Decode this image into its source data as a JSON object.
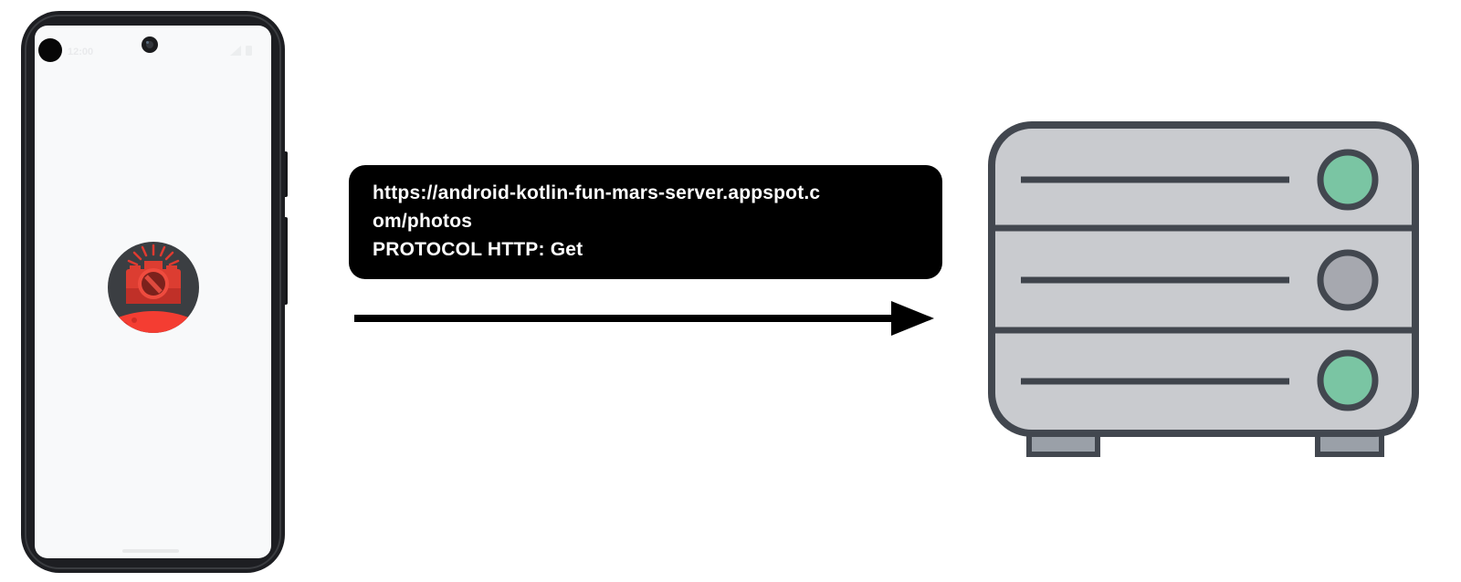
{
  "diagram": {
    "description": "Android phone app requesting photos from a web server over HTTP"
  },
  "request": {
    "url": "https://android-kotlin-fun-mars-server.appspot.com/photos",
    "protocol": "PROTOCOL HTTP: Get",
    "lines": [
      "https://android-kotlin-fun-mars-server.appspot.c",
      "om/photos",
      "PROTOCOL HTTP: Get"
    ],
    "box_bg": "#000000",
    "text_color": "#ffffff"
  },
  "arrow": {
    "direction": "right",
    "color": "#000000"
  },
  "phone": {
    "status_bar": {
      "time": "12:00"
    },
    "icons": {
      "app_icon": "mars-photos-camera-icon",
      "front_camera": "front-camera-icon",
      "signal": "signal-icon",
      "battery": "battery-icon"
    },
    "colors": {
      "frame": "#1d1e22",
      "screen": "#f8f9fa",
      "icon_sky": "#3b3e42",
      "icon_planet": "#f43d32",
      "icon_crater": "#d02e26",
      "icon_camera": "#dc3d31"
    }
  },
  "server": {
    "rows": [
      {
        "indicator_color": "#7ac5a3",
        "status": "green"
      },
      {
        "indicator_color": "#a6a8af",
        "status": "gray"
      },
      {
        "indicator_color": "#7ac5a3",
        "status": "green"
      }
    ],
    "colors": {
      "body": "#c9cbcf",
      "outline": "#42474f",
      "slot": "#3f444c",
      "feet": "#9aa0a8"
    }
  }
}
